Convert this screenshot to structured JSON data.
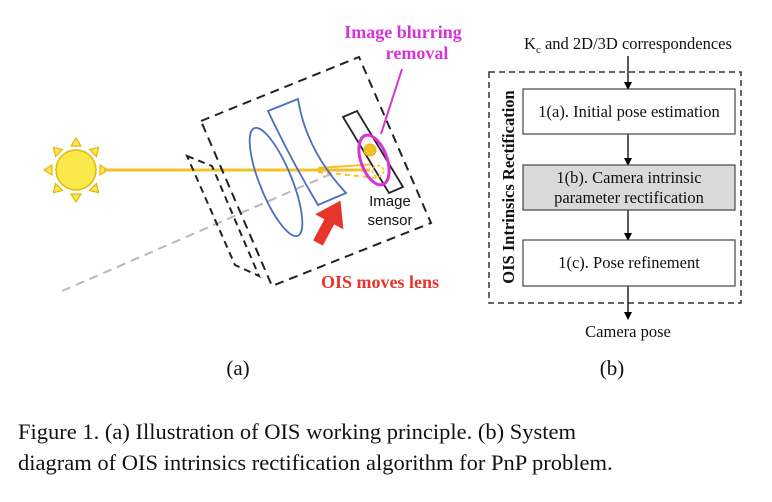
{
  "panel_a": {
    "label": "(a)",
    "annotation_blur_line1": "Image blurring",
    "annotation_blur_line2": "removal",
    "sensor_line1": "Image",
    "sensor_line2": "sensor",
    "ois_label": "OIS moves lens",
    "colors": {
      "magenta": "#d633d6",
      "red": "#e8352b",
      "lens_blue": "#4a6fc0",
      "light_ray": "#f3c229",
      "sun_fill": "#fbe84a",
      "sun_stroke": "#e2b70e",
      "dashed_gray": "#b9b9b9"
    }
  },
  "panel_b": {
    "label": "(b)",
    "input_text": "K",
    "input_subscript": "c",
    "input_rest": " and 2D/3D correspondences",
    "side_title": "OIS Intrinsics Rectification",
    "step1": "1(a). Initial pose estimation",
    "step2_line1": "1(b). Camera intrinsic",
    "step2_line2": "parameter rectification",
    "step3": "1(c). Pose  refinement",
    "output_text": "Camera pose",
    "colors": {
      "highlight_fill": "#d9d9d9"
    }
  },
  "caption": {
    "line1": "Figure 1.  (a) Illustration of OIS working principle.  (b) System",
    "line2": "diagram of OIS intrinsics rectification algorithm for PnP problem."
  }
}
